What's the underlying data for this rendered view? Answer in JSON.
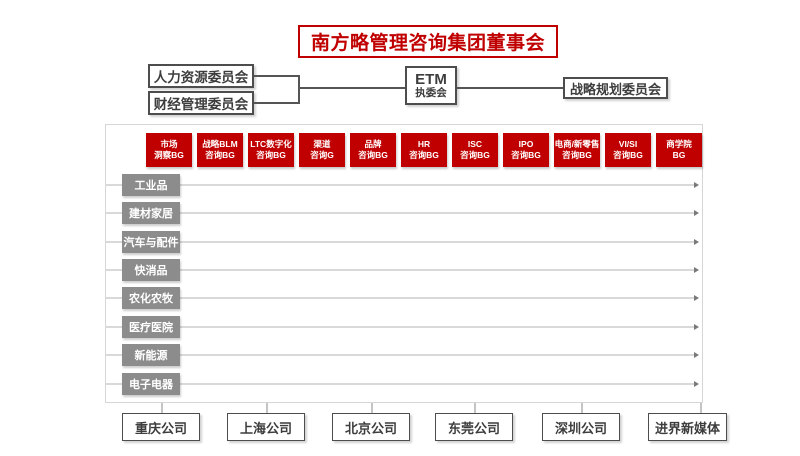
{
  "title": "南方略管理咨询集团董事会",
  "top": {
    "hr_committee": "人力资源委员会",
    "finance_committee": "财经管理委员会",
    "etm_line1": "ETM",
    "etm_line2": "执委会",
    "strategy_committee": "战略规划委员会"
  },
  "matrix": {
    "columns": [
      {
        "line1": "市场",
        "line2": "洞察BG"
      },
      {
        "line1": "战略BLM",
        "line2": "咨询BG"
      },
      {
        "line1": "LTC数字化",
        "line2": "咨询BG"
      },
      {
        "line1": "渠道",
        "line2": "咨询G"
      },
      {
        "line1": "品牌",
        "line2": "咨询BG"
      },
      {
        "line1": "HR",
        "line2": "咨询BG"
      },
      {
        "line1": "ISC",
        "line2": "咨询BG"
      },
      {
        "line1": "IPO",
        "line2": "咨询BG"
      },
      {
        "line1": "电商/新零售",
        "line2": "咨询BG"
      },
      {
        "line1": "VI/SI",
        "line2": "咨询BG"
      },
      {
        "line1": "商学院",
        "line2": "BG"
      }
    ],
    "rows": [
      "工业品",
      "建材家居",
      "汽车与配件",
      "快消品",
      "农化农牧",
      "医疗医院",
      "新能源",
      "电子电器"
    ]
  },
  "companies": [
    "重庆公司",
    "上海公司",
    "北京公司",
    "东莞公司",
    "深圳公司",
    "进界新媒体"
  ],
  "colors": {
    "brand_red": "#c00000",
    "row_gray": "#8c8c8c",
    "grid_line_gray": "#d9d9d9",
    "box_border_dark": "#4d4d4d"
  }
}
